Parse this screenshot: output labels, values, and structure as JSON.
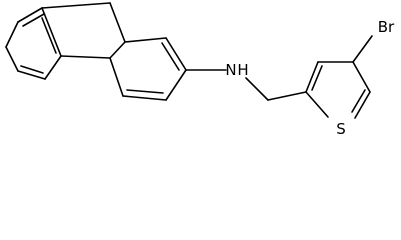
{
  "molecule": {
    "labels": {
      "nitrogen": "N",
      "hydrogen": "H",
      "sulfur": "S",
      "bromine": "Br"
    },
    "colors": {
      "bond": "#000000",
      "text": "#000000",
      "background": "#ffffff"
    }
  }
}
